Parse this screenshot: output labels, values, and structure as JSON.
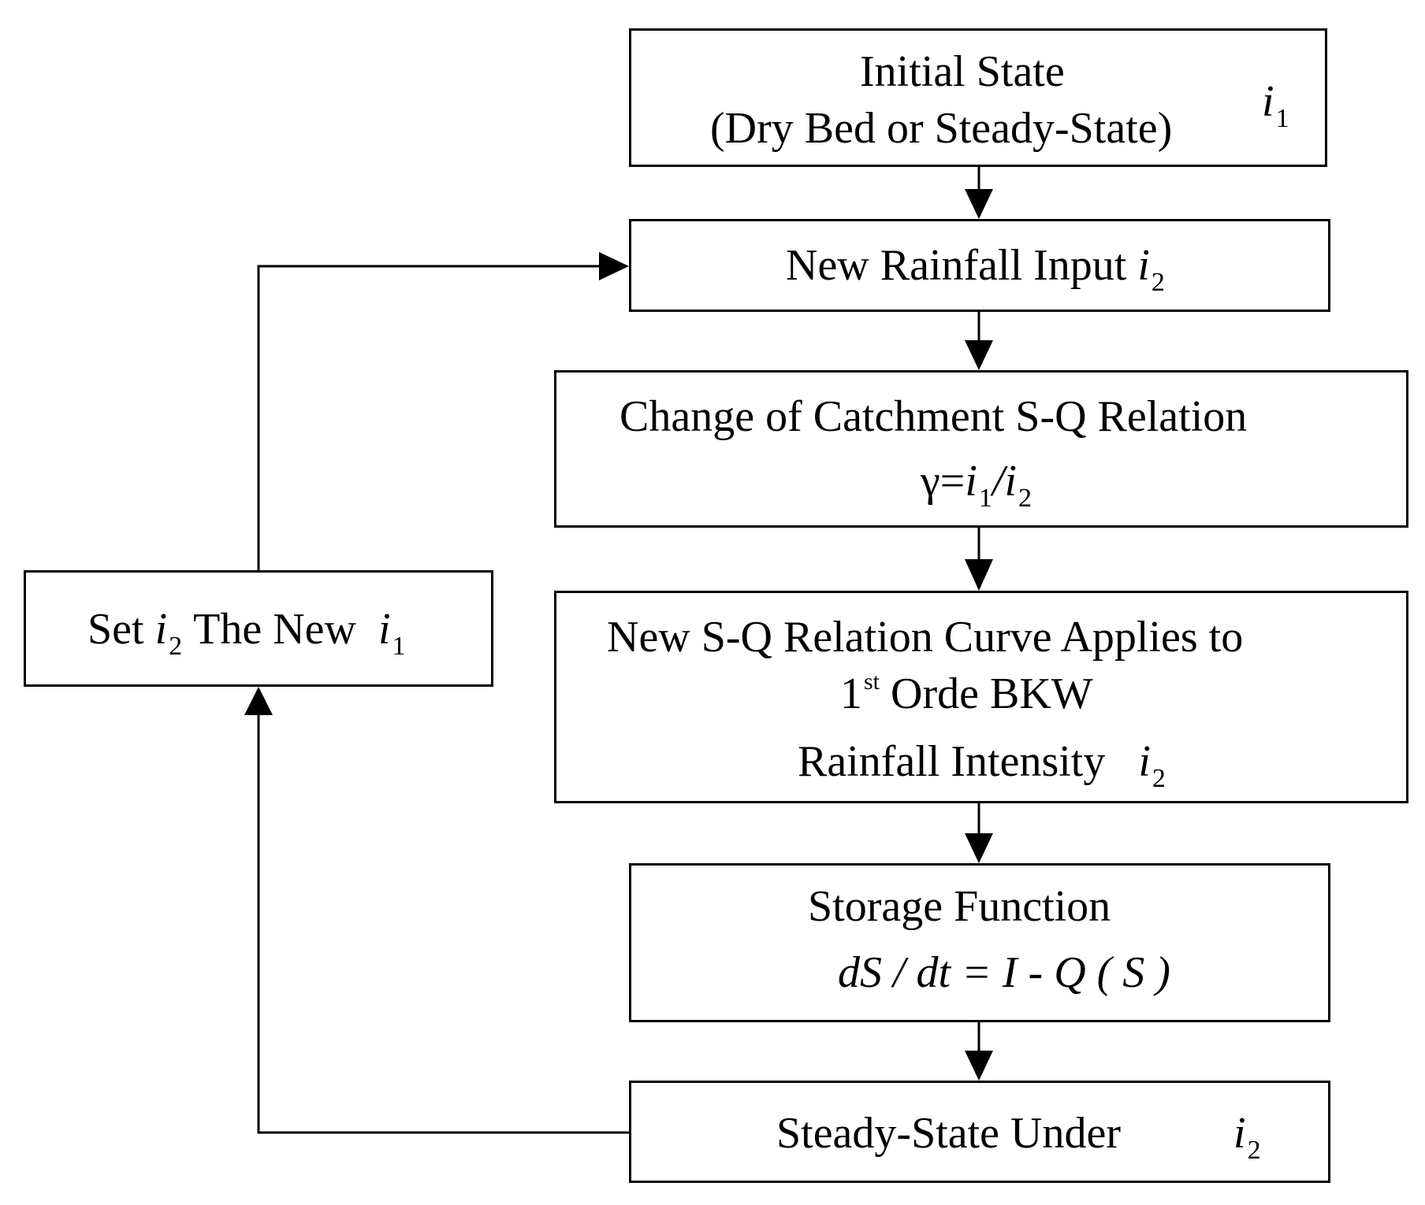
{
  "nodes": {
    "initial_state": {
      "line1": "Initial State",
      "line2": "(Dry Bed or Steady-State)",
      "var": "i",
      "var_sub": "1"
    },
    "new_rainfall": {
      "label": "New Rainfall Input",
      "var": "i",
      "var_sub": "2"
    },
    "change_relation": {
      "line1": "Change of Catchment S-Q Relation",
      "gamma": "γ",
      "eq": "=",
      "i1": "i",
      "i1_sub": "1",
      "slash": "/",
      "i2": "i",
      "i2_sub": "2"
    },
    "new_curve": {
      "line1": "New S-Q Relation Curve Applies to",
      "line2_num": "1",
      "line2_sup": "st",
      "line2_rest": "Orde BKW",
      "line3": "Rainfall Intensity",
      "var": "i",
      "var_sub": "2"
    },
    "storage_function": {
      "line1": "Storage Function",
      "formula": "dS / dt = I - Q ( S )"
    },
    "steady_state": {
      "label": "Steady-State Under",
      "var": "i",
      "var_sub": "2"
    },
    "set_new": {
      "set": "Set",
      "var_a": "i",
      "var_a_sub": "2",
      "middle": "The New",
      "var_b": "i",
      "var_b_sub": "1"
    }
  },
  "edges": [
    {
      "from": "initial_state",
      "to": "new_rainfall"
    },
    {
      "from": "new_rainfall",
      "to": "change_relation"
    },
    {
      "from": "change_relation",
      "to": "new_curve"
    },
    {
      "from": "new_curve",
      "to": "storage_function"
    },
    {
      "from": "storage_function",
      "to": "steady_state"
    },
    {
      "from": "steady_state",
      "to": "set_new"
    },
    {
      "from": "set_new",
      "to": "new_rainfall"
    }
  ]
}
